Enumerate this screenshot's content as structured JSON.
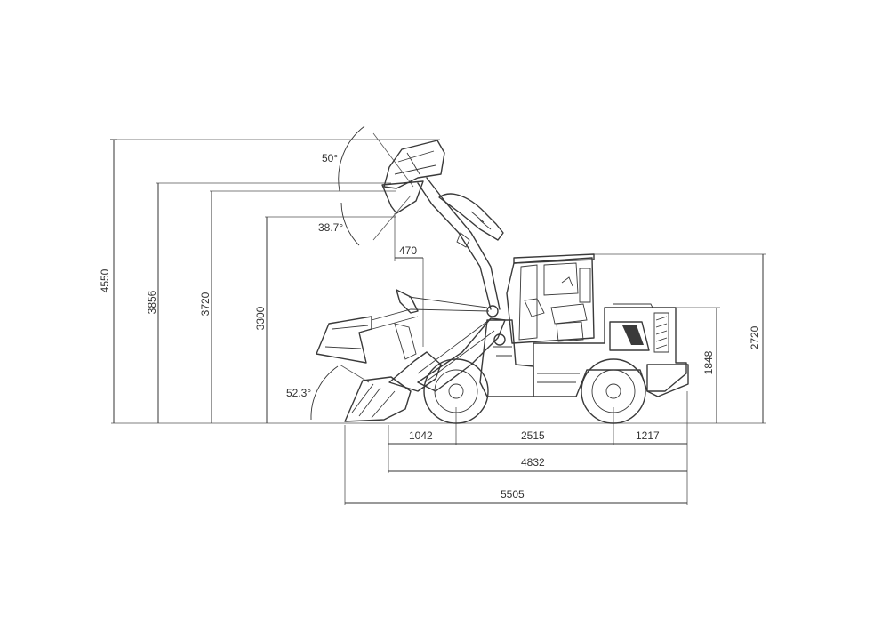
{
  "dimensions": {
    "height_4550": "4550",
    "height_3856": "3856",
    "height_3720": "3720",
    "height_3300": "3300",
    "height_2720": "2720",
    "height_1848": "1848",
    "reach_470": "470",
    "front_overhang_1042": "1042",
    "wheelbase_2515": "2515",
    "rear_overhang_1217": "1217",
    "length_no_bucket_4832": "4832",
    "overall_length_5505": "5505"
  },
  "angles": {
    "rollback_top": "50°",
    "dump_angle": "38.7°",
    "ground_rollback": "52.3°"
  }
}
